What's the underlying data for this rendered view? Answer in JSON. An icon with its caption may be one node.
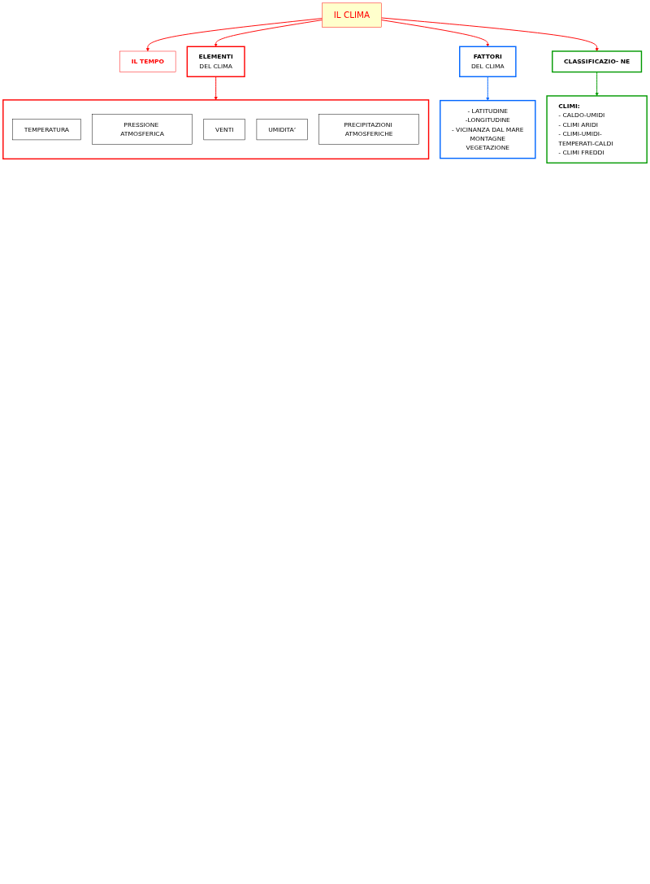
{
  "diagram": {
    "nodes": [
      {
        "text": [
          "IL CLIMA"
        ]
      },
      {
        "text": [
          "IL TEMPO"
        ]
      },
      {
        "text": [
          "ELEMENTI",
          "DEL CLIMA"
        ]
      },
      {
        "text": [
          "FATTORI",
          "DEL CLIMA"
        ]
      },
      {
        "text": [
          "CLASSIFICAZIO- NE"
        ]
      },
      {
        "text": [],
        "shape": "box"
      },
      {
        "text": [
          "TEMPERATURA"
        ],
        "in": 5
      },
      {
        "text": [
          "PRESSIONE ATMOSFERICA"
        ],
        "in": 5
      },
      {
        "text": [
          "VENTI"
        ],
        "in": 5
      },
      {
        "text": [
          "UMIDITA’"
        ],
        "in": 5
      },
      {
        "text": [
          "PRECIPITAZIONI ATMOSFERICHE"
        ],
        "in": 5
      },
      {
        "text": [
          "- LATITUDINE",
          "-LONGITUDINE",
          "- VICINANZA DAL MARE",
          "MONTAGNE",
          "VEGETAZIONE"
        ]
      },
      {
        "text": [
          "CLIMI:",
          "- CALDO-UMIDI",
          "- CLIMI ARIDI",
          "- CLIMI-UMIDI- TEMPERATI-CALDI",
          "- CLIMI FREDDI"
        ]
      }
    ],
    "edges": [
      {
        "from": 0,
        "to": 1,
        "arrow": "to"
      },
      {
        "from": 0,
        "to": 2,
        "arrow": "to"
      },
      {
        "from": 0,
        "to": 3,
        "arrow": "to"
      },
      {
        "from": 0,
        "to": 4,
        "arrow": "to"
      },
      {
        "from": 2,
        "to": 5,
        "arrow": "to"
      },
      {
        "from": 3,
        "to": 11,
        "arrow": "to",
        "color": "#0066ff"
      },
      {
        "from": 4,
        "to": 12,
        "arrow": "to",
        "color": "#009900"
      }
    ]
  }
}
